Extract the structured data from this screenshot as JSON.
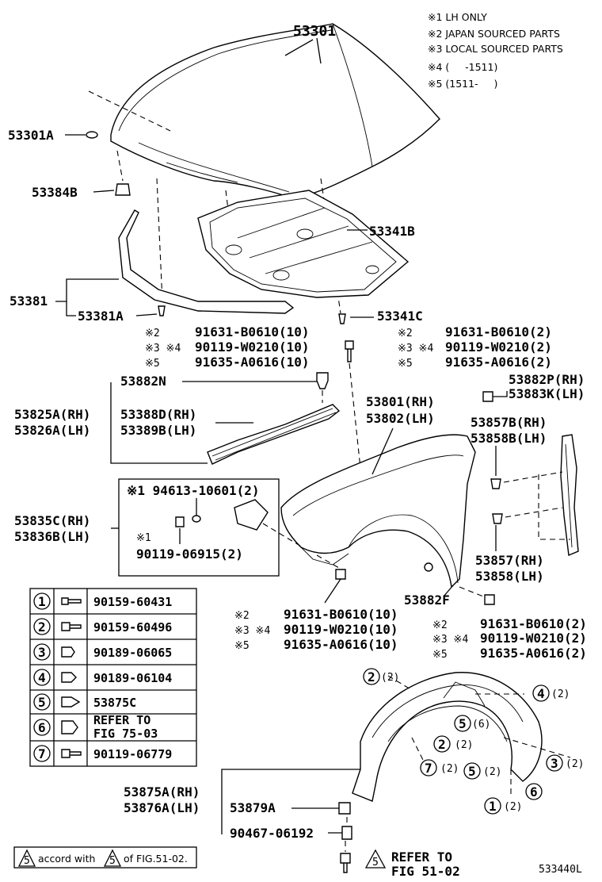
{
  "notes": [
    "※1 LH ONLY",
    "※2 JAPAN SOURCED PARTS",
    "※3 LOCAL SOURCED PARTS",
    "※4 (     -1511)",
    "※5 (1511-     )"
  ],
  "labels": {
    "hood": "53301",
    "hood_cap": "53301A",
    "hood_cushion": "53384B",
    "hood_insulator": "53341B",
    "hood_seal": "53381",
    "hood_seal_clip": "53381A",
    "insulator_clip": "53341C",
    "clip_53882N": "53882N",
    "seal_rh": "53825A(RH)",
    "seal_lh": "53826A(LH)",
    "seal2_rh": "53388D(RH)",
    "seal2_lh": "53389B(LH)",
    "fender_rh": "53801(RH)",
    "fender_lh": "53802(LH)",
    "clip_rh": "53882P(RH)",
    "clip_lh": "53883K(LH)",
    "bracket_rh": "53857B(RH)",
    "bracket_lh": "53858B(LH)",
    "bracket_sub_rh": "53835C(RH)",
    "bracket_sub_lh": "53836B(LH)",
    "bracket_sub_note1": "※1 94613-10601(2)",
    "bracket_sub_note2_mark": "※1",
    "bracket_sub_note2": "90119-06915(2)",
    "side_rh": "53857(RH)",
    "side_lh": "53858(LH)",
    "cap_53882F": "53882F",
    "liner_rh": "53875A(RH)",
    "liner_lh": "53876A(LH)",
    "liner_clip": "53879A",
    "liner_screw": "90467-06192",
    "refer_a": "REFER TO",
    "refer_b": "FIG 51-02",
    "footer_note": "accord with",
    "footer_note_b": "of FIG.51-02.",
    "diagram_code": "533440L"
  },
  "bolt_groups": {
    "top_mid": [
      "91631-B0610(10)",
      "90119-W0210(10)",
      "91635-A0616(10)"
    ],
    "top_right": [
      "91631-B0610(2)",
      "90119-W0210(2)",
      "91635-A0616(2)"
    ],
    "bot_mid": [
      "91631-B0610(10)",
      "90119-W0210(10)",
      "91635-A0616(10)"
    ],
    "bot_right": [
      "91631-B0610(2)",
      "90119-W0210(2)",
      "91635-A0616(2)"
    ],
    "marks": [
      "※2",
      "※3 ※4",
      "※5"
    ]
  },
  "legend": [
    {
      "num": "1",
      "part": "90159-60431"
    },
    {
      "num": "2",
      "part": "90159-60496"
    },
    {
      "num": "3",
      "part": "90189-06065"
    },
    {
      "num": "4",
      "part": "90189-06104"
    },
    {
      "num": "5",
      "part": "53875C"
    },
    {
      "num": "6",
      "part": "REFER TO",
      "part2": "FIG 75-03"
    },
    {
      "num": "7",
      "part": "90119-06779"
    }
  ],
  "liner_callouts": [
    {
      "num": "2",
      "qty": "(2)"
    },
    {
      "num": "4",
      "qty": "(2)"
    },
    {
      "num": "5",
      "qty": "(6)"
    },
    {
      "num": "2",
      "qty": "(2)"
    },
    {
      "num": "7",
      "qty": "(2)"
    },
    {
      "num": "5",
      "qty": "(2)"
    },
    {
      "num": "3",
      "qty": "(2)"
    },
    {
      "num": "1",
      "qty": "(2)"
    },
    {
      "num": "6",
      "qty": ""
    }
  ],
  "footer_tri": "5"
}
